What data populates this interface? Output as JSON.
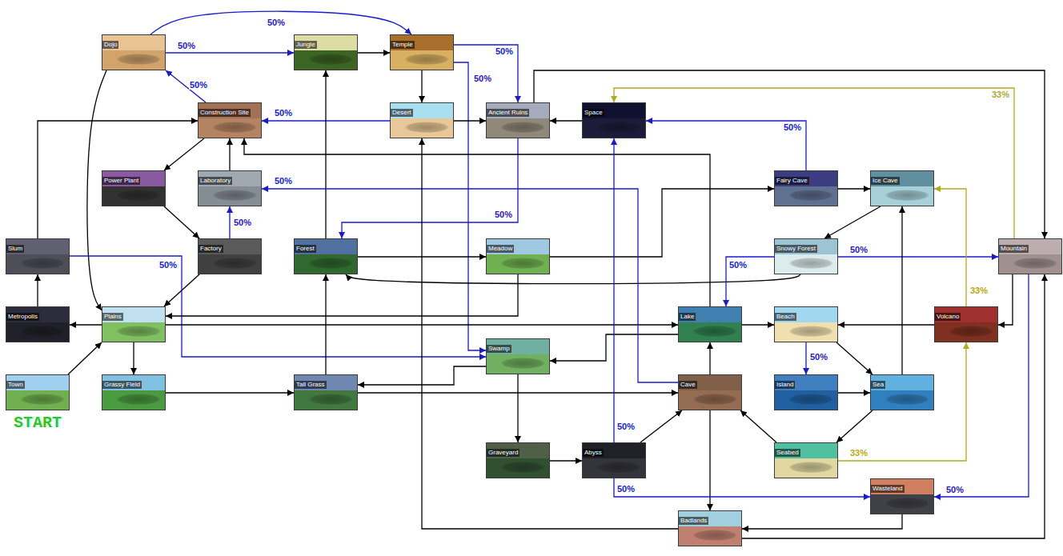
{
  "diagram": {
    "nodes": [
      {
        "text": [
          "Dojo"
        ]
      },
      {
        "text": [
          "Jungle"
        ]
      },
      {
        "text": [
          "Temple"
        ]
      },
      {
        "text": [
          "Construction Site"
        ]
      },
      {
        "text": [
          "Desert"
        ]
      },
      {
        "text": [
          "Ancient Ruins"
        ]
      },
      {
        "text": [
          "Space"
        ]
      },
      {
        "text": [
          "Power Plant"
        ]
      },
      {
        "text": [
          "Laboratory"
        ]
      },
      {
        "text": [
          "Fairy Cave"
        ]
      },
      {
        "text": [
          "Ice Cave"
        ]
      },
      {
        "text": [
          "Slum"
        ]
      },
      {
        "text": [
          "Factory"
        ]
      },
      {
        "text": [
          "Forest"
        ]
      },
      {
        "text": [
          "Meadow"
        ]
      },
      {
        "text": [
          "Snowy Forest"
        ]
      },
      {
        "text": [
          "Mountain"
        ]
      },
      {
        "text": [
          "Metropolis"
        ]
      },
      {
        "text": [
          "Plains"
        ]
      },
      {
        "text": [
          "Lake"
        ]
      },
      {
        "text": [
          "Beach"
        ]
      },
      {
        "text": [
          "Volcano"
        ]
      },
      {
        "text": [
          "Swamp"
        ]
      },
      {
        "text": [
          "Town"
        ]
      },
      {
        "text": [
          "Grassy Field"
        ]
      },
      {
        "text": [
          "Tall Grass"
        ]
      },
      {
        "text": [
          "Cave"
        ]
      },
      {
        "text": [
          "Island"
        ]
      },
      {
        "text": [
          "Sea"
        ]
      },
      {
        "text": [
          "Graveyard"
        ]
      },
      {
        "text": [
          "Abyss"
        ]
      },
      {
        "text": [
          "Seabed"
        ]
      },
      {
        "text": [
          "Wasteland"
        ]
      },
      {
        "text": [
          "Badlands"
        ]
      }
    ],
    "edges": [
      {
        "from": 0,
        "to": 1,
        "arrow": "to",
        "label": "50%"
      },
      {
        "from": 0,
        "to": 2,
        "arrow": "to",
        "label": "50%"
      },
      {
        "from": 0,
        "to": 18,
        "arrow": "to"
      },
      {
        "from": 1,
        "to": 2,
        "arrow": "to"
      },
      {
        "from": 2,
        "to": 4,
        "arrow": "to"
      },
      {
        "from": 2,
        "to": 5,
        "arrow": "to",
        "label": "50%"
      },
      {
        "from": 2,
        "to": 22,
        "arrow": "to",
        "label": "50%"
      },
      {
        "from": 4,
        "to": 3,
        "arrow": "to",
        "label": "50%"
      },
      {
        "from": 4,
        "to": 5,
        "arrow": "to"
      },
      {
        "from": 5,
        "to": 13,
        "arrow": "to",
        "label": "50%"
      },
      {
        "from": 5,
        "to": 16,
        "arrow": "to"
      },
      {
        "from": 6,
        "to": 5,
        "arrow": "to"
      },
      {
        "from": 3,
        "to": 0,
        "arrow": "to",
        "label": "50%"
      },
      {
        "from": 3,
        "to": 7,
        "arrow": "to"
      },
      {
        "from": 7,
        "to": 12,
        "arrow": "to"
      },
      {
        "from": 8,
        "to": 3,
        "arrow": "to"
      },
      {
        "from": 12,
        "to": 8,
        "arrow": "to",
        "label": "50%"
      },
      {
        "from": 12,
        "to": 18,
        "arrow": "to"
      },
      {
        "from": 11,
        "to": 3,
        "arrow": "to"
      },
      {
        "from": 11,
        "to": 22,
        "arrow": "to",
        "label": "50%"
      },
      {
        "from": 17,
        "to": 11,
        "arrow": "to"
      },
      {
        "from": 18,
        "to": 17,
        "arrow": "to"
      },
      {
        "from": 18,
        "to": 24,
        "arrow": "to"
      },
      {
        "from": 18,
        "to": 19,
        "arrow": "to"
      },
      {
        "from": 23,
        "to": 18,
        "arrow": "to"
      },
      {
        "from": 24,
        "to": 25,
        "arrow": "to"
      },
      {
        "from": 25,
        "to": 13,
        "arrow": "to"
      },
      {
        "from": 25,
        "to": 26,
        "arrow": "to"
      },
      {
        "from": 13,
        "to": 1,
        "arrow": "to"
      },
      {
        "from": 13,
        "to": 14,
        "arrow": "to"
      },
      {
        "from": 14,
        "to": 18,
        "arrow": "to"
      },
      {
        "from": 14,
        "to": 9,
        "arrow": "to"
      },
      {
        "from": 9,
        "to": 10,
        "arrow": "to"
      },
      {
        "from": 9,
        "to": 6,
        "arrow": "to",
        "label": "50%"
      },
      {
        "from": 10,
        "to": 15,
        "arrow": "to"
      },
      {
        "from": 15,
        "to": 13,
        "arrow": "to"
      },
      {
        "from": 15,
        "to": 19,
        "arrow": "to",
        "label": "50%"
      },
      {
        "from": 15,
        "to": 16,
        "arrow": "to",
        "label": "50%"
      },
      {
        "from": 16,
        "to": 6,
        "arrow": "to",
        "label": "33%"
      },
      {
        "from": 16,
        "to": 21,
        "arrow": "to"
      },
      {
        "from": 16,
        "to": 32,
        "arrow": "to",
        "label": "50%"
      },
      {
        "from": 21,
        "to": 20,
        "arrow": "to"
      },
      {
        "from": 21,
        "to": 10,
        "arrow": "to",
        "label": "33%"
      },
      {
        "from": 19,
        "to": 20,
        "arrow": "to"
      },
      {
        "from": 19,
        "to": 22,
        "arrow": "to"
      },
      {
        "from": 19,
        "to": 3,
        "arrow": "to"
      },
      {
        "from": 20,
        "to": 27,
        "arrow": "to",
        "label": "50%"
      },
      {
        "from": 20,
        "to": 28,
        "arrow": "to"
      },
      {
        "from": 27,
        "to": 28,
        "arrow": "to"
      },
      {
        "from": 28,
        "to": 10,
        "arrow": "to"
      },
      {
        "from": 28,
        "to": 31,
        "arrow": "to"
      },
      {
        "from": 31,
        "to": 26,
        "arrow": "to"
      },
      {
        "from": 31,
        "to": 21,
        "arrow": "to",
        "label": "33%"
      },
      {
        "from": 26,
        "to": 19,
        "arrow": "to"
      },
      {
        "from": 26,
        "to": 33,
        "arrow": "to"
      },
      {
        "from": 26,
        "to": 8,
        "arrow": "to",
        "label": "50%"
      },
      {
        "from": 22,
        "to": 25,
        "arrow": "to"
      },
      {
        "from": 22,
        "to": 29,
        "arrow": "to"
      },
      {
        "from": 29,
        "to": 30,
        "arrow": "to"
      },
      {
        "from": 30,
        "to": 26,
        "arrow": "to"
      },
      {
        "from": 30,
        "to": 6,
        "arrow": "to",
        "label": "50%"
      },
      {
        "from": 30,
        "to": 32,
        "arrow": "to",
        "label": "50%"
      },
      {
        "from": 32,
        "to": 33,
        "arrow": "to"
      },
      {
        "from": 33,
        "to": 4,
        "arrow": "to"
      },
      {
        "from": 33,
        "to": 16,
        "arrow": "to"
      }
    ],
    "labels": [
      "START"
    ]
  }
}
